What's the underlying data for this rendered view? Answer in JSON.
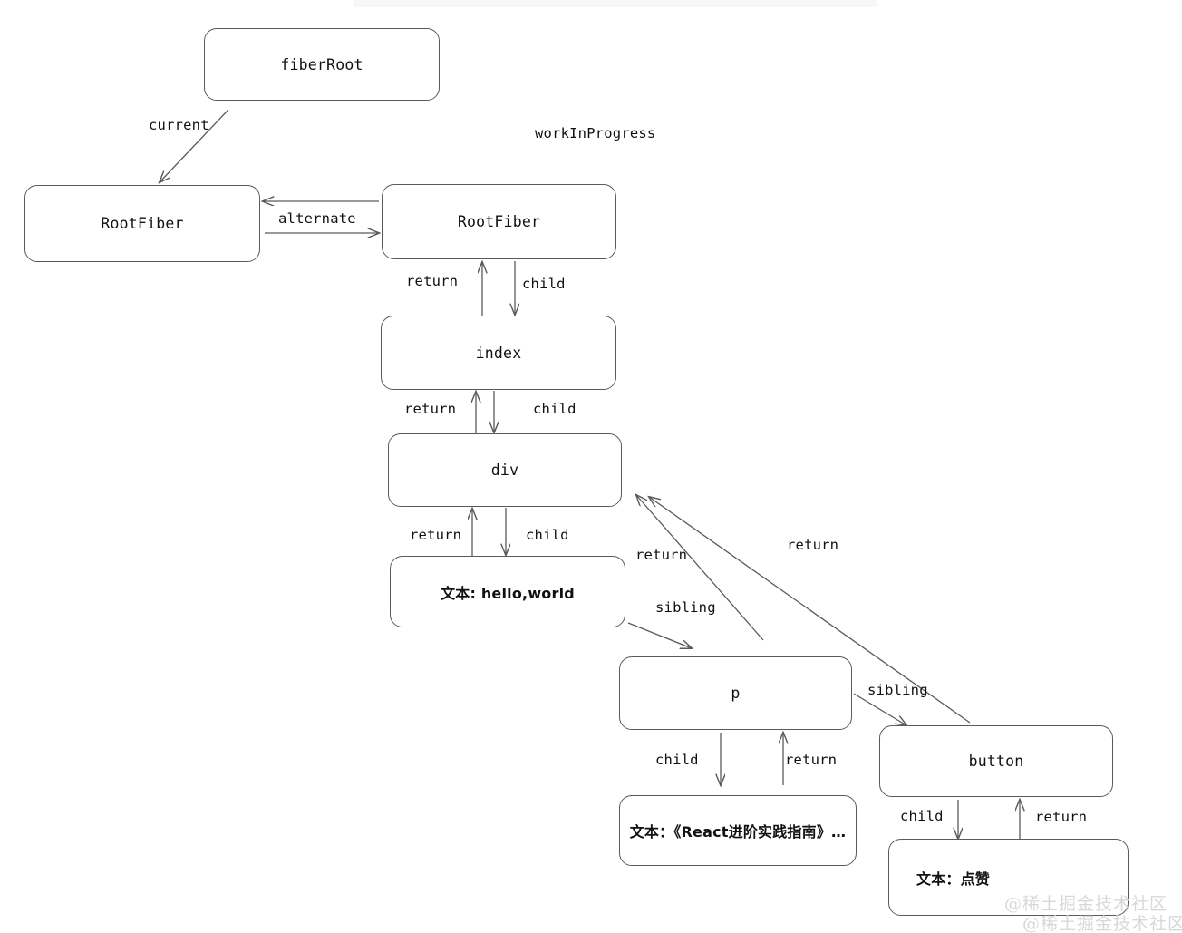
{
  "diagram": {
    "title": "React Fiber tree double buffering diagram",
    "stroke_color": "#5a5a5a",
    "text_color": "#111111",
    "background": "#ffffff",
    "nodes": [
      {
        "id": "fiberRoot",
        "label": "fiberRoot"
      },
      {
        "id": "rootFiberLeft",
        "label": "RootFiber"
      },
      {
        "id": "rootFiberRight",
        "label": "RootFiber"
      },
      {
        "id": "index",
        "label": "index"
      },
      {
        "id": "div",
        "label": "div"
      },
      {
        "id": "textHello",
        "label": "文本: hello,world"
      },
      {
        "id": "p",
        "label": "p"
      },
      {
        "id": "button",
        "label": "button"
      },
      {
        "id": "textReact",
        "label": "文本：《React进阶实践指南》…"
      },
      {
        "id": "textLike",
        "label": "文本：点赞"
      }
    ],
    "edge_labels": {
      "current": "current",
      "workInProgress": "workInProgress",
      "alternate": "alternate",
      "return_root_index": "return",
      "child_root_index": "child",
      "return_index_div": "return",
      "child_index_div": "child",
      "return_div_text": "return",
      "child_div_text": "child",
      "return_p_div": "return",
      "return_button_div": "return",
      "sibling_text_p": "sibling",
      "sibling_p_button": "sibling",
      "child_p_text": "child",
      "return_text_p": "return",
      "child_button_text": "child",
      "return_text_button": "return"
    },
    "watermark": {
      "line1": "@稀土掘金技术社区",
      "line2": "@稀土掘金技术社区"
    }
  }
}
